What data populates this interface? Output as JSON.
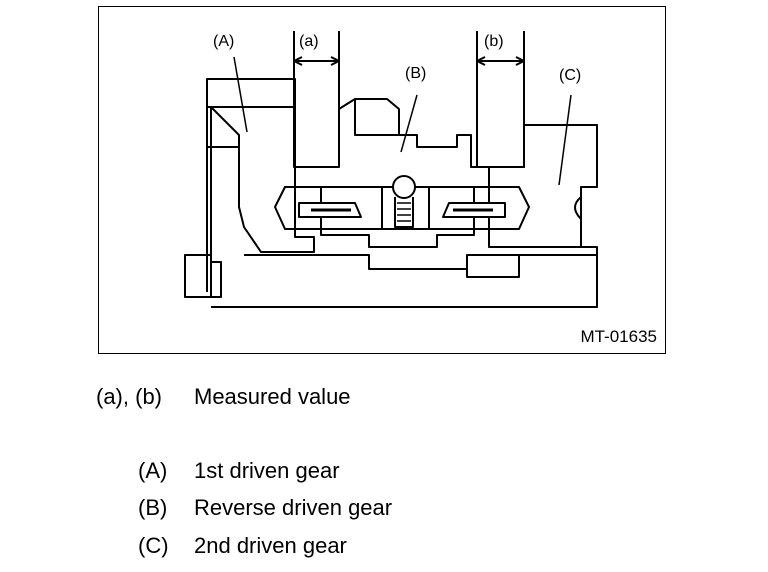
{
  "figure": {
    "code": "MT-01635",
    "labels": {
      "a": "(a)",
      "b": "(b)",
      "A": "(A)",
      "B": "(B)",
      "C": "(C)"
    }
  },
  "legend": {
    "measured": {
      "key": "(a), (b)",
      "text": "Measured value"
    },
    "items": [
      {
        "key": "(A)",
        "text": "1st driven gear"
      },
      {
        "key": "(B)",
        "text": "Reverse driven gear"
      },
      {
        "key": "(C)",
        "text": "2nd driven gear"
      }
    ]
  }
}
